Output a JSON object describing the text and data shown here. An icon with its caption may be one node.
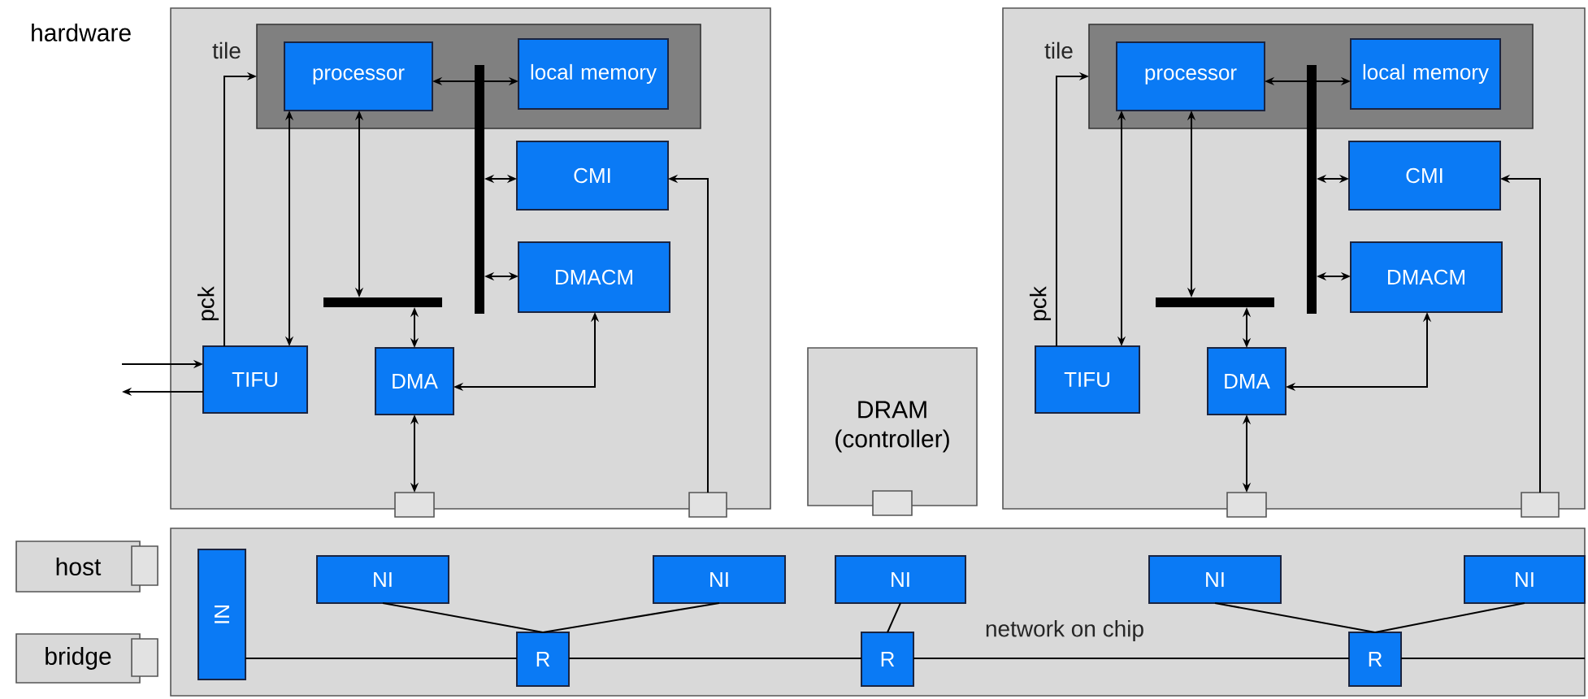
{
  "diagram": {
    "nodes": [
      {
        "text": [
          "tile"
        ]
      },
      {
        "text": [],
        "shape": "box",
        "in": 0
      },
      {
        "text": [
          "processor"
        ],
        "in": 1
      },
      {
        "text": [
          "local memory"
        ],
        "in": 1
      },
      {
        "text": [
          "CMI"
        ],
        "in": 0
      },
      {
        "text": [
          "DMACM"
        ],
        "in": 0
      },
      {
        "text": [
          "TIFU"
        ],
        "in": 0
      },
      {
        "text": [
          "DMA"
        ],
        "in": 0
      },
      {
        "text": [],
        "shape": "bar",
        "in": 0
      },
      {
        "text": [],
        "shape": "bar",
        "in": 0
      },
      {
        "text": [],
        "shape": "box"
      },
      {
        "text": [],
        "shape": "box"
      },
      {
        "text": [
          "tile"
        ]
      },
      {
        "text": [],
        "shape": "box",
        "in": 12
      },
      {
        "text": [
          "processor"
        ],
        "in": 13
      },
      {
        "text": [
          "local memory"
        ],
        "in": 13
      },
      {
        "text": [
          "CMI"
        ],
        "in": 12
      },
      {
        "text": [
          "DMACM"
        ],
        "in": 12
      },
      {
        "text": [
          "TIFU"
        ],
        "in": 12
      },
      {
        "text": [
          "DMA"
        ],
        "in": 12
      },
      {
        "text": [],
        "shape": "bar",
        "in": 12
      },
      {
        "text": [],
        "shape": "bar",
        "in": 12
      },
      {
        "text": [],
        "shape": "box"
      },
      {
        "text": [],
        "shape": "box"
      },
      {
        "text": [
          "DRAM (controller)"
        ]
      },
      {
        "text": [
          "host"
        ]
      },
      {
        "text": [
          "bridge"
        ]
      },
      {
        "text": [
          "network on chip"
        ]
      },
      {
        "text": [
          "NI"
        ],
        "in": 27
      },
      {
        "text": [
          "NI"
        ],
        "in": 27
      },
      {
        "text": [
          "NI"
        ],
        "in": 27
      },
      {
        "text": [
          "NI"
        ],
        "in": 27
      },
      {
        "text": [
          "NI"
        ],
        "in": 27
      },
      {
        "text": [
          "NI"
        ],
        "in": 27
      },
      {
        "text": [
          "R"
        ],
        "in": 27
      },
      {
        "text": [
          "R"
        ],
        "in": 27
      },
      {
        "text": [
          "R"
        ],
        "in": 27
      }
    ],
    "edges": [
      {
        "from": 8,
        "to": 2,
        "arrow": "to"
      },
      {
        "from": 8,
        "to": 3,
        "arrow": "to"
      },
      {
        "from": 8,
        "to": 4,
        "arrow": "both"
      },
      {
        "from": 8,
        "to": 5,
        "arrow": "both"
      },
      {
        "from": 2,
        "to": 6,
        "arrow": "both"
      },
      {
        "from": 2,
        "to": 9,
        "arrow": "both"
      },
      {
        "from": 9,
        "to": 7,
        "arrow": "both"
      },
      {
        "from": 7,
        "to": 5,
        "arrow": "both"
      },
      {
        "from": 7,
        "to": 10,
        "arrow": "both"
      },
      {
        "from": 11,
        "to": 4,
        "arrow": "to"
      },
      {
        "from": 6,
        "to": 1,
        "arrow": "to",
        "label": "pck"
      },
      {
        "from": null,
        "to": 6,
        "arrow": "to"
      },
      {
        "from": 6,
        "to": null,
        "arrow": "to"
      },
      {
        "from": 20,
        "to": 14,
        "arrow": "to"
      },
      {
        "from": 20,
        "to": 15,
        "arrow": "to"
      },
      {
        "from": 20,
        "to": 16,
        "arrow": "both"
      },
      {
        "from": 20,
        "to": 17,
        "arrow": "both"
      },
      {
        "from": 14,
        "to": 18,
        "arrow": "both"
      },
      {
        "from": 14,
        "to": 21,
        "arrow": "both"
      },
      {
        "from": 21,
        "to": 19,
        "arrow": "both"
      },
      {
        "from": 19,
        "to": 17,
        "arrow": "both"
      },
      {
        "from": 19,
        "to": 22,
        "arrow": "both"
      },
      {
        "from": 23,
        "to": 16,
        "arrow": "to"
      },
      {
        "from": 18,
        "to": 13,
        "arrow": "to",
        "label": "pck"
      },
      {
        "from": 28,
        "to": 34,
        "arrow": "none"
      },
      {
        "from": 29,
        "to": 34,
        "arrow": "none"
      },
      {
        "from": 30,
        "to": 34,
        "arrow": "none"
      },
      {
        "from": 34,
        "to": 35,
        "arrow": "none"
      },
      {
        "from": 31,
        "to": 35,
        "arrow": "none"
      },
      {
        "from": 35,
        "to": 36,
        "arrow": "none"
      },
      {
        "from": 32,
        "to": 36,
        "arrow": "none"
      },
      {
        "from": 33,
        "to": 36,
        "arrow": "none"
      },
      {
        "from": 36,
        "to": null,
        "arrow": "none"
      }
    ],
    "labels": [
      "hardware"
    ]
  }
}
